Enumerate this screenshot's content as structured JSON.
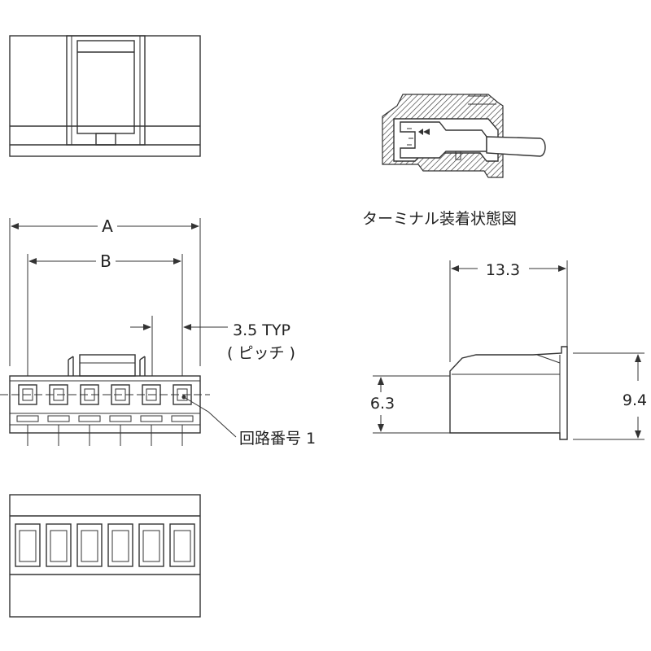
{
  "labels": {
    "dim_a": "A",
    "dim_b": "B",
    "pitch_value": "3.5 TYP",
    "pitch_note": "( ピッチ )",
    "circuit_no": "回路番号 1",
    "terminal_caption": "ターミナル装着状態図",
    "dim_length": "13.3",
    "dim_height_low": "6.3",
    "dim_height_high": "9.4"
  },
  "circuit_count": 6,
  "colors": {
    "line": "#333333",
    "background": "#ffffff"
  }
}
